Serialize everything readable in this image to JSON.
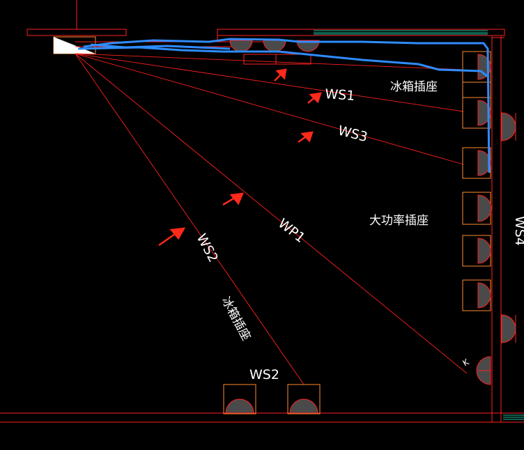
{
  "colors": {
    "background": "#000000",
    "wall": "#ff2020",
    "panel_orange": "#ff8c32",
    "socket_fill": "#4a4a4a",
    "annotation_arrow": "#ff2a1a",
    "markup_line": "#2f8cff",
    "text": "#ffffff",
    "hatch": "#20c0a0"
  },
  "labels": {
    "ws1": "WS1",
    "ws3": "WS3",
    "wp1": "WP1",
    "ws2_diag": "WS2",
    "ws2_bottom": "WS2",
    "ws4_vertical": "WS4",
    "fridge_socket_top": "冰箱插座",
    "fridge_socket_diag": "冰箱插座",
    "high_power_socket": "大功率插座",
    "k_mark": "K"
  },
  "icons": {
    "distribution_box": "distribution-box-icon",
    "socket": "socket-icon",
    "arrow": "arrow-icon"
  }
}
